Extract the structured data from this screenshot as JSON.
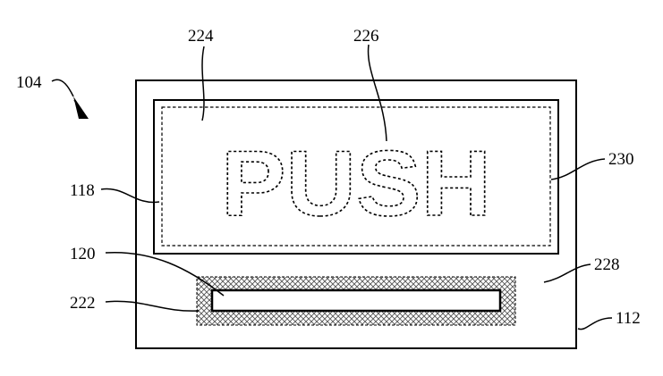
{
  "figure": {
    "push_label": "PUSH",
    "refs": {
      "device": "104",
      "panel": "224",
      "text_lighting": "226",
      "display": "118",
      "frame_edge": "230",
      "slot_label": "120",
      "slot_region": "222",
      "surface": "228",
      "housing": "112"
    }
  }
}
